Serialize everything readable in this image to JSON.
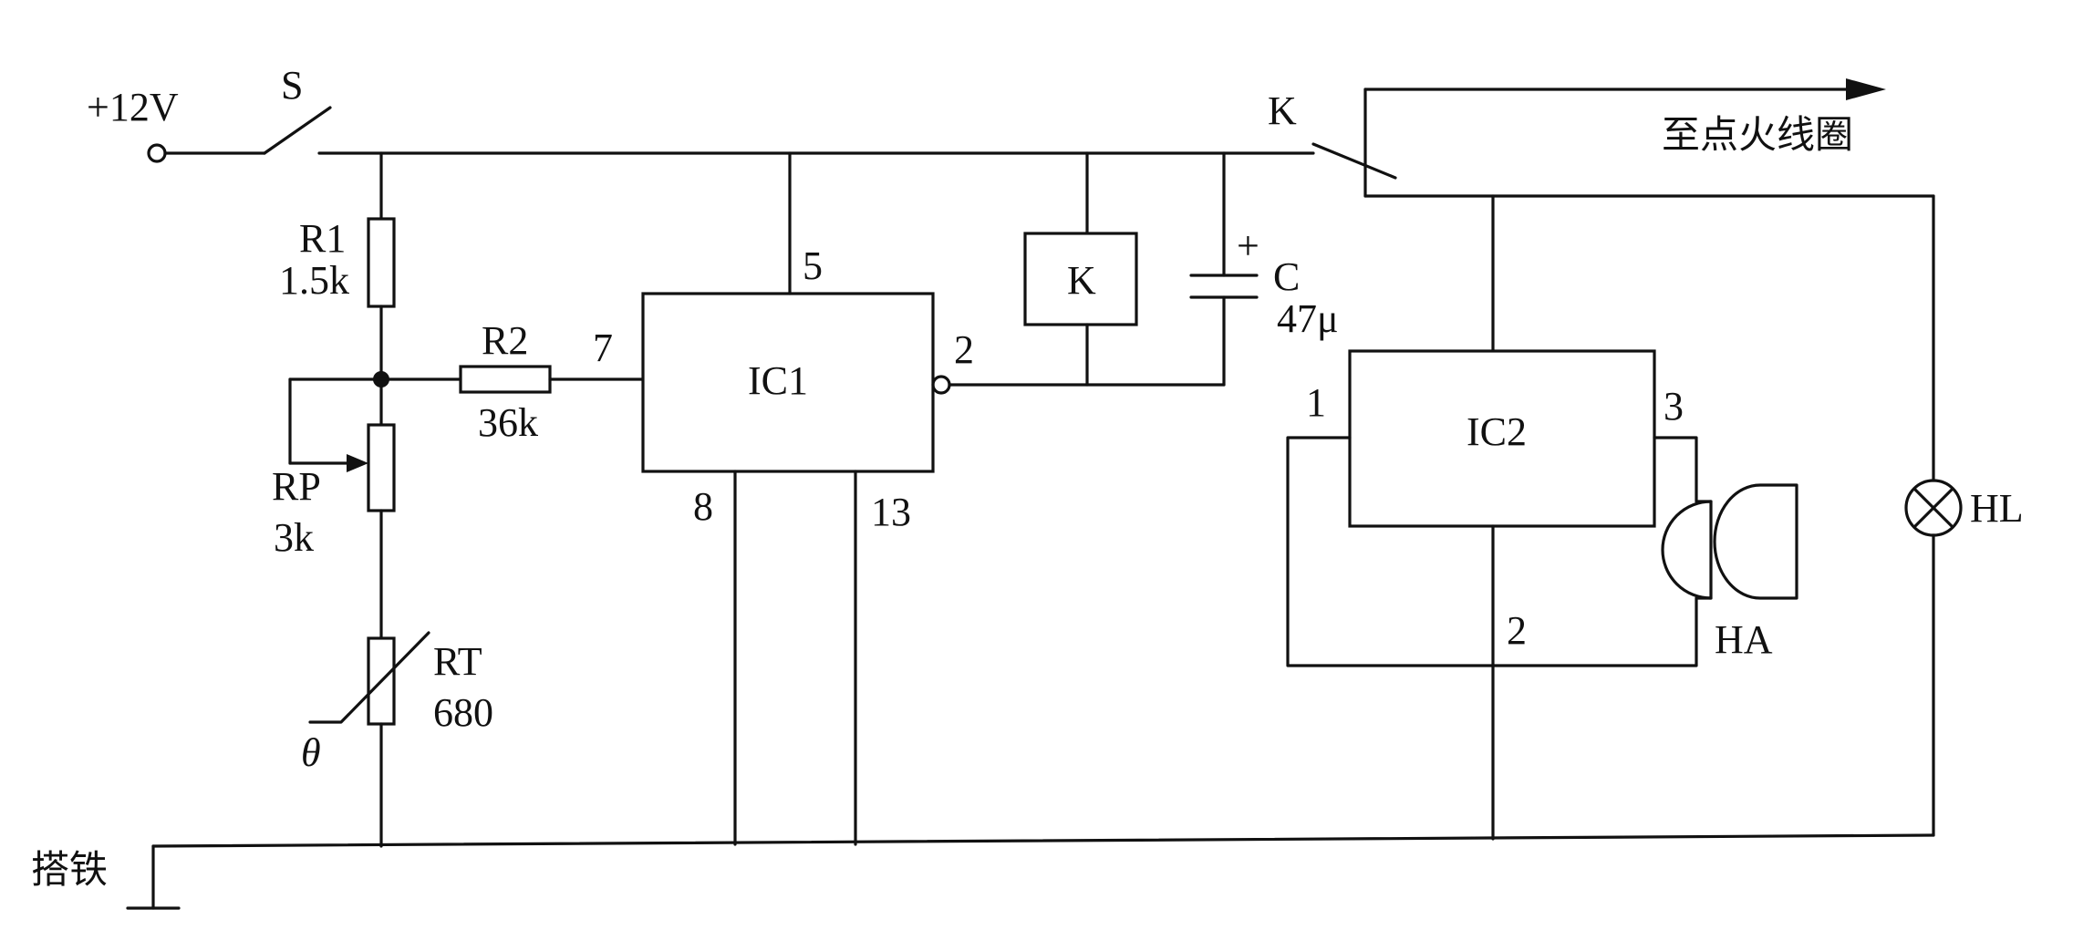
{
  "labels": {
    "supply": "+12V",
    "switch_s": "S",
    "relay_contact": "K",
    "ignition_out": "至点火线圈",
    "r1_name": "R1",
    "r1_value": "1.5k",
    "r2_name": "R2",
    "r2_value": "36k",
    "rp_name": "RP",
    "rp_value": "3k",
    "rt_name": "RT",
    "rt_value": "680",
    "theta": "θ",
    "ground": "搭铁",
    "ic1": "IC1",
    "ic1_pin5": "5",
    "ic1_pin7": "7",
    "ic1_pin2": "2",
    "ic1_pin8": "8",
    "ic1_pin13": "13",
    "relay_coil": "K",
    "cap_name": "C",
    "cap_value": "47μ",
    "cap_plus": "+",
    "ic2": "IC2",
    "ic2_pin1": "1",
    "ic2_pin3": "3",
    "ic2_pin2": "2",
    "buzzer": "HA",
    "lamp": "HL"
  },
  "colors": {
    "ink": "#111111",
    "background": "#ffffff"
  }
}
